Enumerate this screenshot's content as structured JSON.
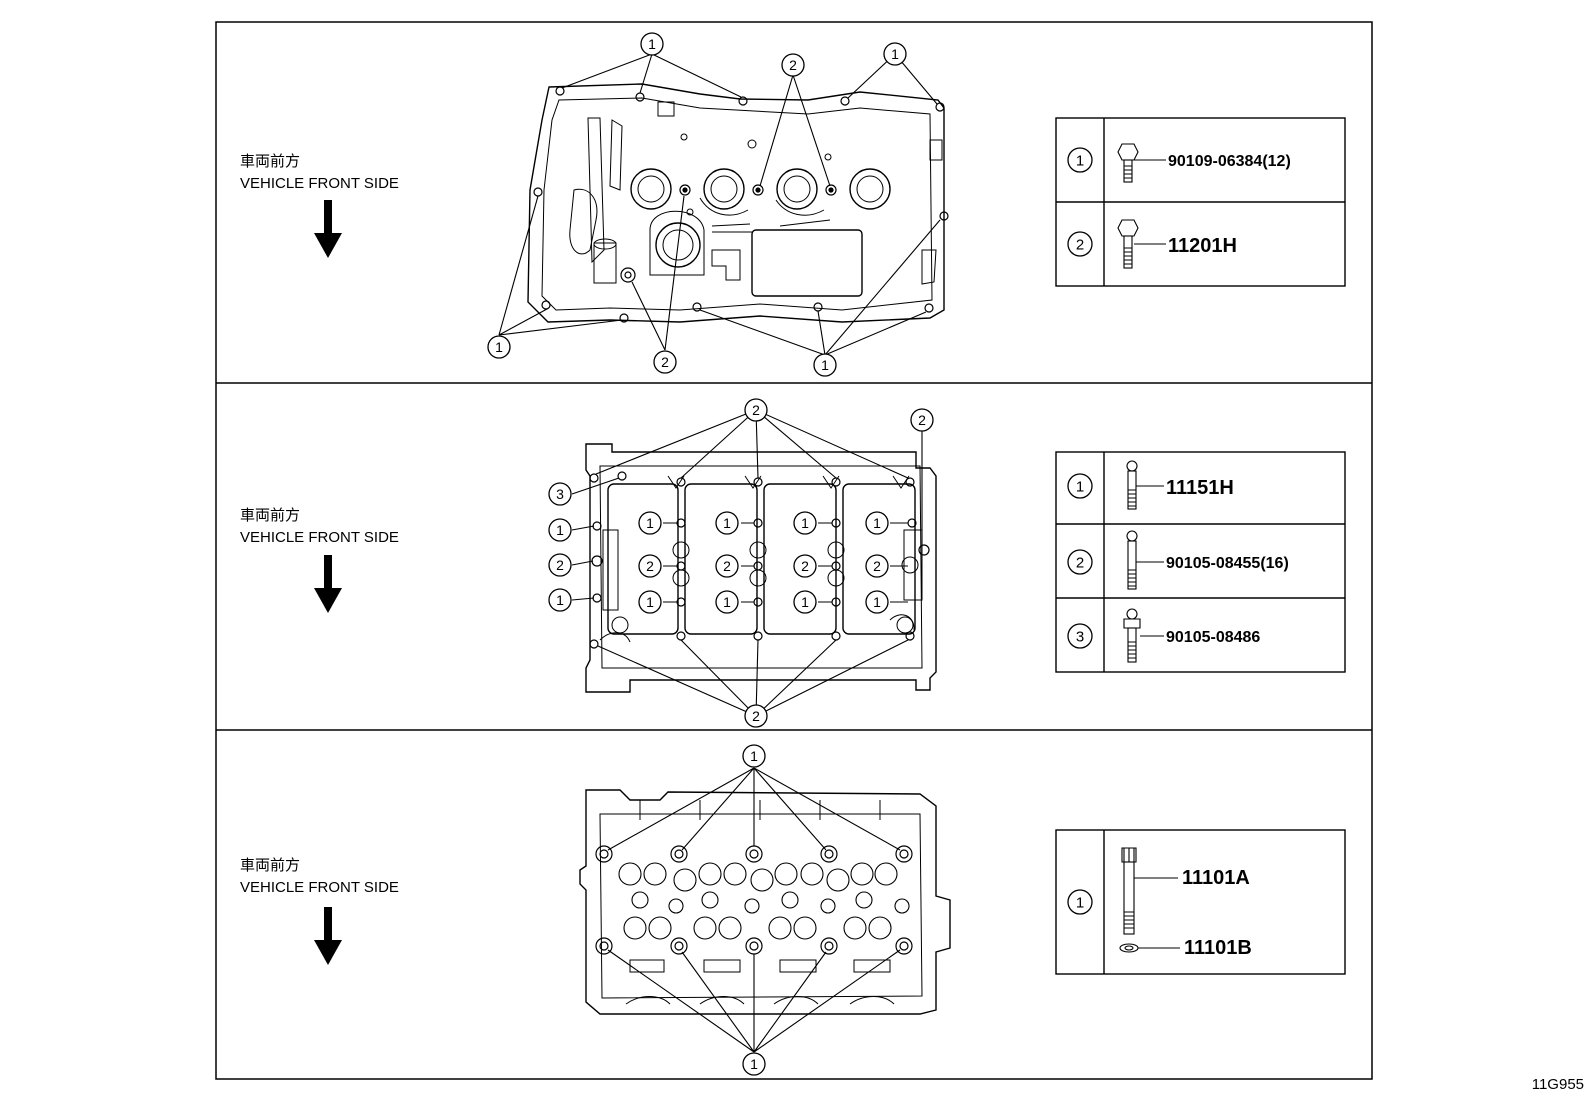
{
  "figure_id": "11G955",
  "panels": [
    {
      "id": "head-cover",
      "direction_jp": "車両前方",
      "direction_en": "VEHICLE FRONT SIDE",
      "parts": [
        {
          "num": "1",
          "part": "90109-06384(12)"
        },
        {
          "num": "2",
          "part": "11201H"
        }
      ],
      "callouts": [
        "1",
        "1",
        "2",
        "1",
        "2",
        "1"
      ]
    },
    {
      "id": "bearing-cap",
      "direction_jp": "車両前方",
      "direction_en": "VEHICLE FRONT SIDE",
      "parts": [
        {
          "num": "1",
          "part": "11151H"
        },
        {
          "num": "2",
          "part": "90105-08455(16)"
        },
        {
          "num": "3",
          "part": "90105-08486"
        }
      ],
      "callouts": [
        "2",
        "2",
        "3",
        "1",
        "2",
        "1",
        "2"
      ],
      "grid_labels": [
        "1",
        "2",
        "1"
      ]
    },
    {
      "id": "cylinder-head",
      "direction_jp": "車両前方",
      "direction_en": "VEHICLE FRONT SIDE",
      "parts": [
        {
          "num": "1",
          "part": "11101A",
          "part_b": "11101B"
        }
      ],
      "callouts": [
        "1",
        "1"
      ]
    }
  ]
}
